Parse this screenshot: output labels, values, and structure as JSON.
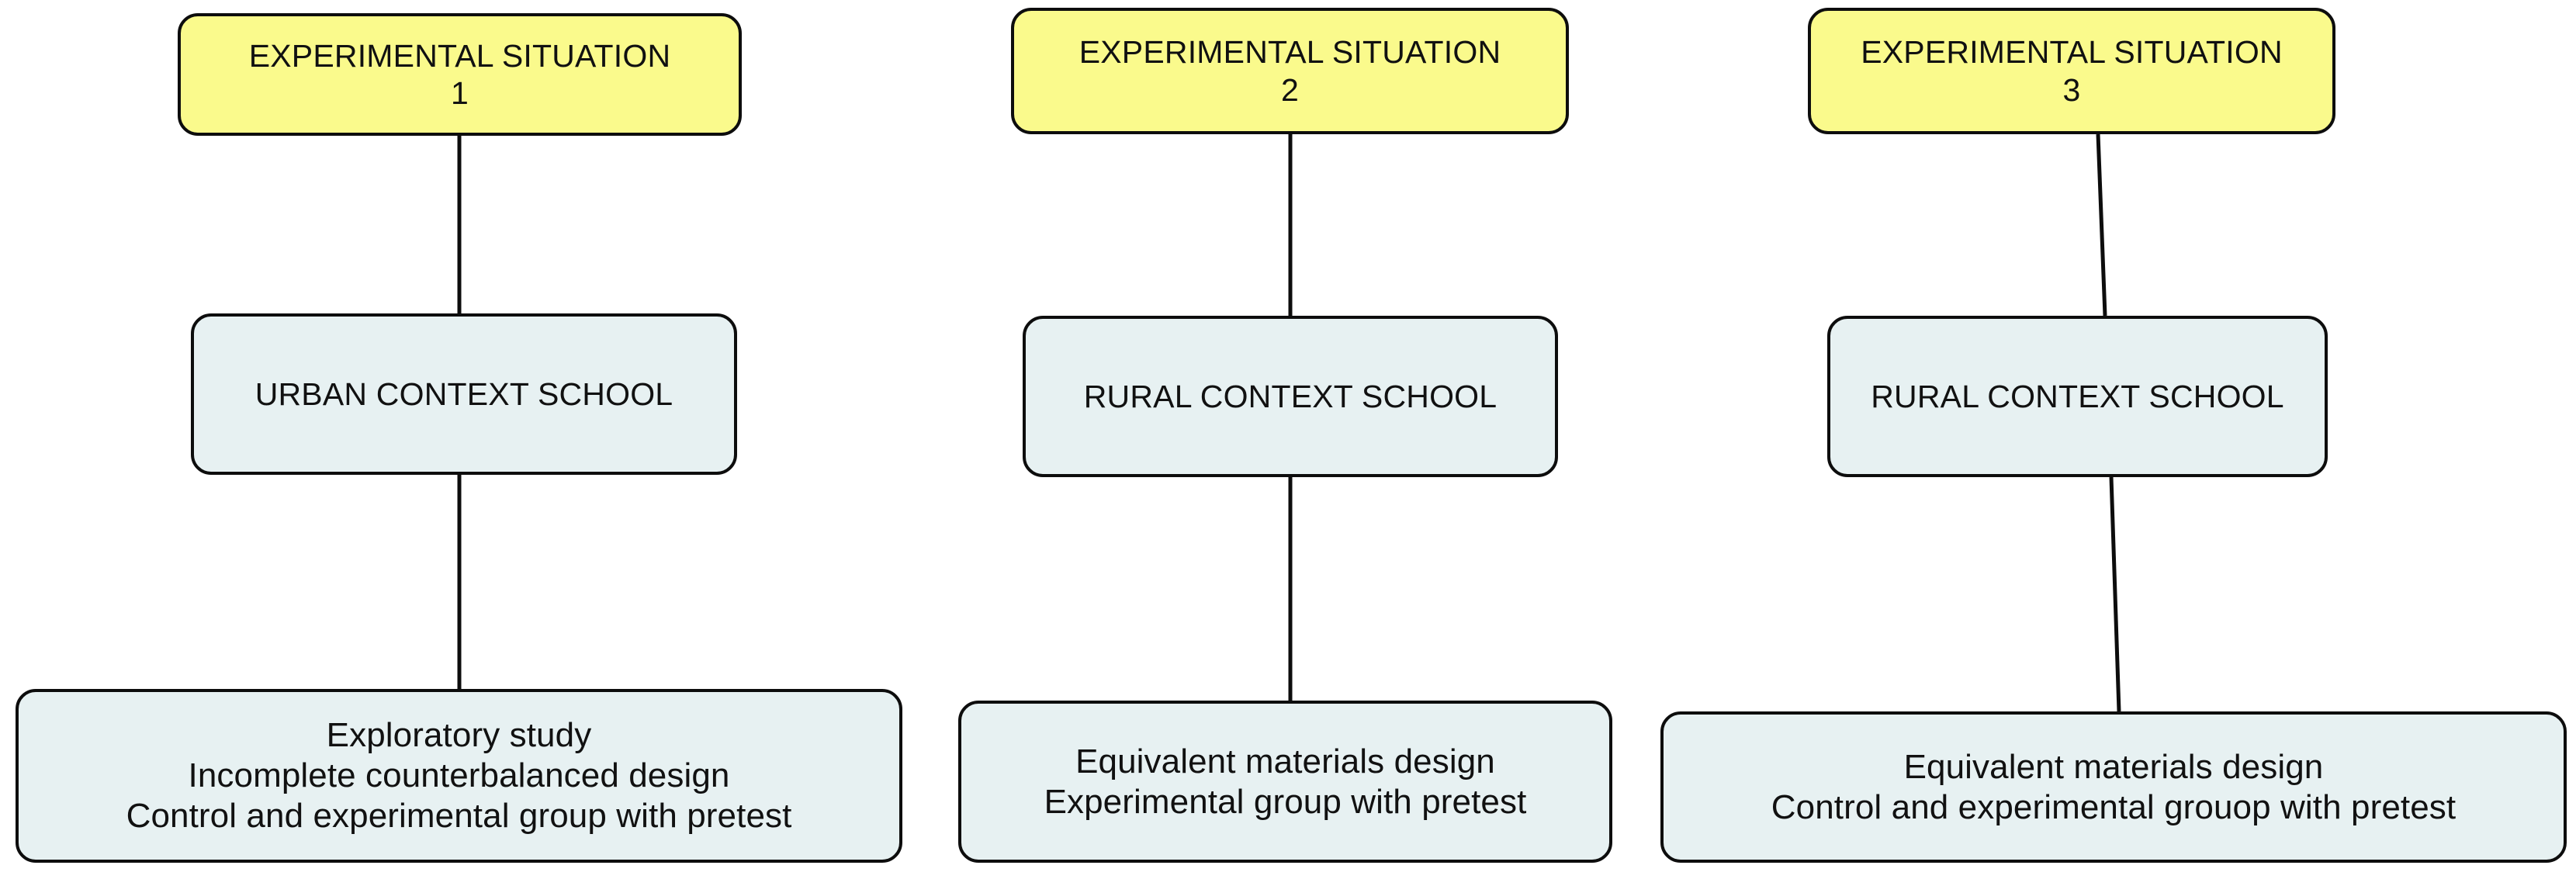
{
  "diagram": {
    "title": "Experimental situations research design diagram",
    "background_color": "#ffffff",
    "colors": {
      "situation_fill": "#fafa8c",
      "node_fill": "#e7f1f2",
      "stroke": "#0d0d0d",
      "text": "#111111"
    },
    "columns": [
      {
        "id": "column-1",
        "situation": {
          "label": "EXPERIMENTAL SITUATION\n1",
          "line1": "EXPERIMENTAL SITUATION",
          "line2": "1"
        },
        "school": {
          "label": "URBAN CONTEXT SCHOOL"
        },
        "design": {
          "label": "Exploratory study\nIncomplete counterbalanced design\nControl and experimental group with pretest",
          "lines": [
            "Exploratory study",
            "Incomplete counterbalanced design",
            "Control and experimental group with pretest"
          ]
        }
      },
      {
        "id": "column-2",
        "situation": {
          "label": "EXPERIMENTAL SITUATION\n2",
          "line1": "EXPERIMENTAL SITUATION",
          "line2": "2"
        },
        "school": {
          "label": "RURAL CONTEXT SCHOOL"
        },
        "design": {
          "label": "Equivalent materials design\nExperimental group with pretest",
          "lines": [
            "Equivalent materials design",
            "Experimental group with pretest"
          ]
        }
      },
      {
        "id": "column-3",
        "situation": {
          "label": "EXPERIMENTAL SITUATION\n3",
          "line1": "EXPERIMENTAL SITUATION",
          "line2": "3"
        },
        "school": {
          "label": "RURAL CONTEXT SCHOOL"
        },
        "design": {
          "label": "Equivalent materials design\nControl and experimental grouop with pretest",
          "lines": [
            "Equivalent materials design",
            "Control and experimental grouop with pretest"
          ]
        }
      }
    ],
    "connectors": [
      {
        "id": "edge-1-top",
        "from": "column-1 situation",
        "to": "column-1 school"
      },
      {
        "id": "edge-1-bottom",
        "from": "column-1 school",
        "to": "column-1 design"
      },
      {
        "id": "edge-2-top",
        "from": "column-2 situation",
        "to": "column-2 school"
      },
      {
        "id": "edge-2-bottom",
        "from": "column-2 school",
        "to": "column-2 design"
      },
      {
        "id": "edge-3-top",
        "from": "column-3 situation",
        "to": "column-3 school"
      },
      {
        "id": "edge-3-bottom",
        "from": "column-3 school",
        "to": "column-3 design"
      }
    ]
  }
}
